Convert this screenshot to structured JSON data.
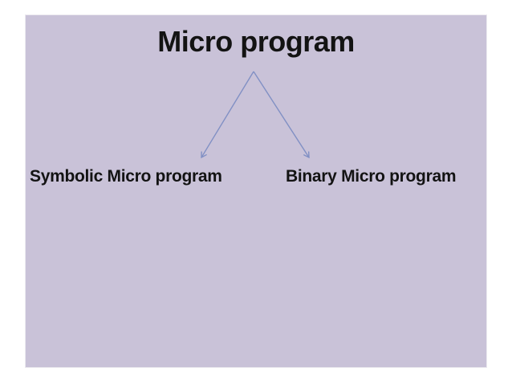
{
  "slide": {
    "title": "Micro program",
    "diagram": {
      "root_label": "Micro program",
      "nodes": [
        {
          "label": "Symbolic Micro program"
        },
        {
          "label": "Binary Micro program"
        }
      ]
    },
    "colors": {
      "page_background": "#ffffff",
      "slide_background": "#c9c2d8",
      "text": "#131313",
      "arrow": "#8190c4"
    }
  }
}
